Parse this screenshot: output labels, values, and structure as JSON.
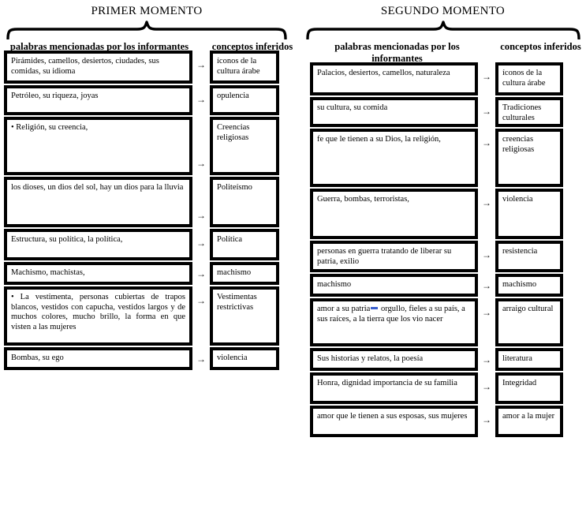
{
  "columns": [
    {
      "id": "primer-momento",
      "title": "PRIMER MOMENTO",
      "headers": {
        "words": "palabras mencionadas por los informantes",
        "concepts": "conceptos inferidos"
      },
      "arrow_glyph": "→",
      "rows": [
        {
          "words": "Pirámides, camellos, desiertos, ciudades, sus comidas, su idioma",
          "concept": "íconos de la cultura árabe",
          "words_height": 36,
          "concept_height": 36,
          "arrow_align": "top",
          "justify": false
        },
        {
          "words": "Petróleo, su riqueza, joyas",
          "concept": "opulencia",
          "words_height": 32,
          "concept_height": 32,
          "arrow_align": "top",
          "justify": false
        },
        {
          "words": "• Religión, su creencia,",
          "concept": "Creencias religiosas",
          "words_height": 68,
          "concept_height": 68,
          "arrow_align": "bottom",
          "justify": false
        },
        {
          "words": "los dioses, un dios del sol, hay un dios para la lluvia",
          "concept": "Politeísmo",
          "words_height": 58,
          "concept_height": 58,
          "arrow_align": "bottom",
          "justify": false
        },
        {
          "words": "Estructura, su política, la política,",
          "concept": "Política",
          "words_height": 34,
          "concept_height": 34,
          "arrow_align": "top",
          "justify": false
        },
        {
          "words": "Machismo, machistas,",
          "concept": "machismo",
          "words_height": 23,
          "concept_height": 23,
          "arrow_align": "mid",
          "justify": false
        },
        {
          "words": "• La vestimenta, personas cubiertas de trapos blancos, vestidos con capucha, vestidos largos y de muchos colores, mucho brillo, la forma en que visten a las mujeres",
          "concept": "Vestimentas restrictivas",
          "words_height": 69,
          "concept_height": 69,
          "arrow_align": "top",
          "justify": true
        },
        {
          "words": "Bombas, su ego",
          "concept": "violencia",
          "words_height": 23,
          "concept_height": 23,
          "arrow_align": "mid",
          "justify": false
        }
      ]
    },
    {
      "id": "segundo-momento",
      "title": "SEGUNDO MOMENTO",
      "headers": {
        "words": "palabras mencionadas por los informantes",
        "concepts": "conceptos inferidos"
      },
      "arrow_glyph": "→",
      "rows": [
        {
          "words": "Palacios, desiertos, camellos, naturaleza",
          "concept": "íconos de la cultura árabe",
          "words_height": 36,
          "concept_height": 36,
          "arrow_align": "top",
          "justify": false
        },
        {
          "words": "su cultura, su comida",
          "concept": "Tradiciones culturales",
          "words_height": 32,
          "concept_height": 32,
          "arrow_align": "top",
          "justify": false
        },
        {
          "words": "fe que le tienen a su Dios, la religión,",
          "concept": "creencias religiosas",
          "words_height": 68,
          "concept_height": 68,
          "arrow_align": "top",
          "justify": false
        },
        {
          "words": "Guerra, bombas, terroristas,",
          "concept": "violencia",
          "words_height": 58,
          "concept_height": 58,
          "arrow_align": "top",
          "justify": false
        },
        {
          "words": "personas en guerra tratando de liberar su patria, exilio",
          "concept": "resistencia",
          "words_height": 34,
          "concept_height": 34,
          "arrow_align": "top",
          "justify": false
        },
        {
          "words": "machismo",
          "concept": "machismo",
          "words_height": 23,
          "concept_height": 23,
          "arrow_align": "mid",
          "justify": false
        },
        {
          "words_pre": "amor a su patria",
          "words_post": " orgullo, fieles a su país, a sus raíces, a la tierra que los vio nacer",
          "has_spellmark": true,
          "words": "amor a su patria orgullo, fieles a su país, a sus raíces, a la tierra que los vio nacer",
          "concept": "arraigo cultural",
          "words_height": 55,
          "concept_height": 55,
          "arrow_align": "top",
          "justify": false
        },
        {
          "words": "Sus historias y relatos, la poesía",
          "concept": "literatura",
          "words_height": 23,
          "concept_height": 23,
          "arrow_align": "mid",
          "justify": false
        },
        {
          "words": "Honra, dignidad importancia de su familia",
          "concept": "Integridad",
          "words_height": 34,
          "concept_height": 34,
          "arrow_align": "top",
          "justify": false
        },
        {
          "words": "amor que le tienen a sus esposas, sus mujeres",
          "concept": "amor a la mujer",
          "words_height": 34,
          "concept_height": 34,
          "arrow_align": "top",
          "justify": false
        }
      ]
    }
  ],
  "colors": {
    "ink": "#000000",
    "background": "#ffffff",
    "spellmark": "#3a5fcd"
  }
}
